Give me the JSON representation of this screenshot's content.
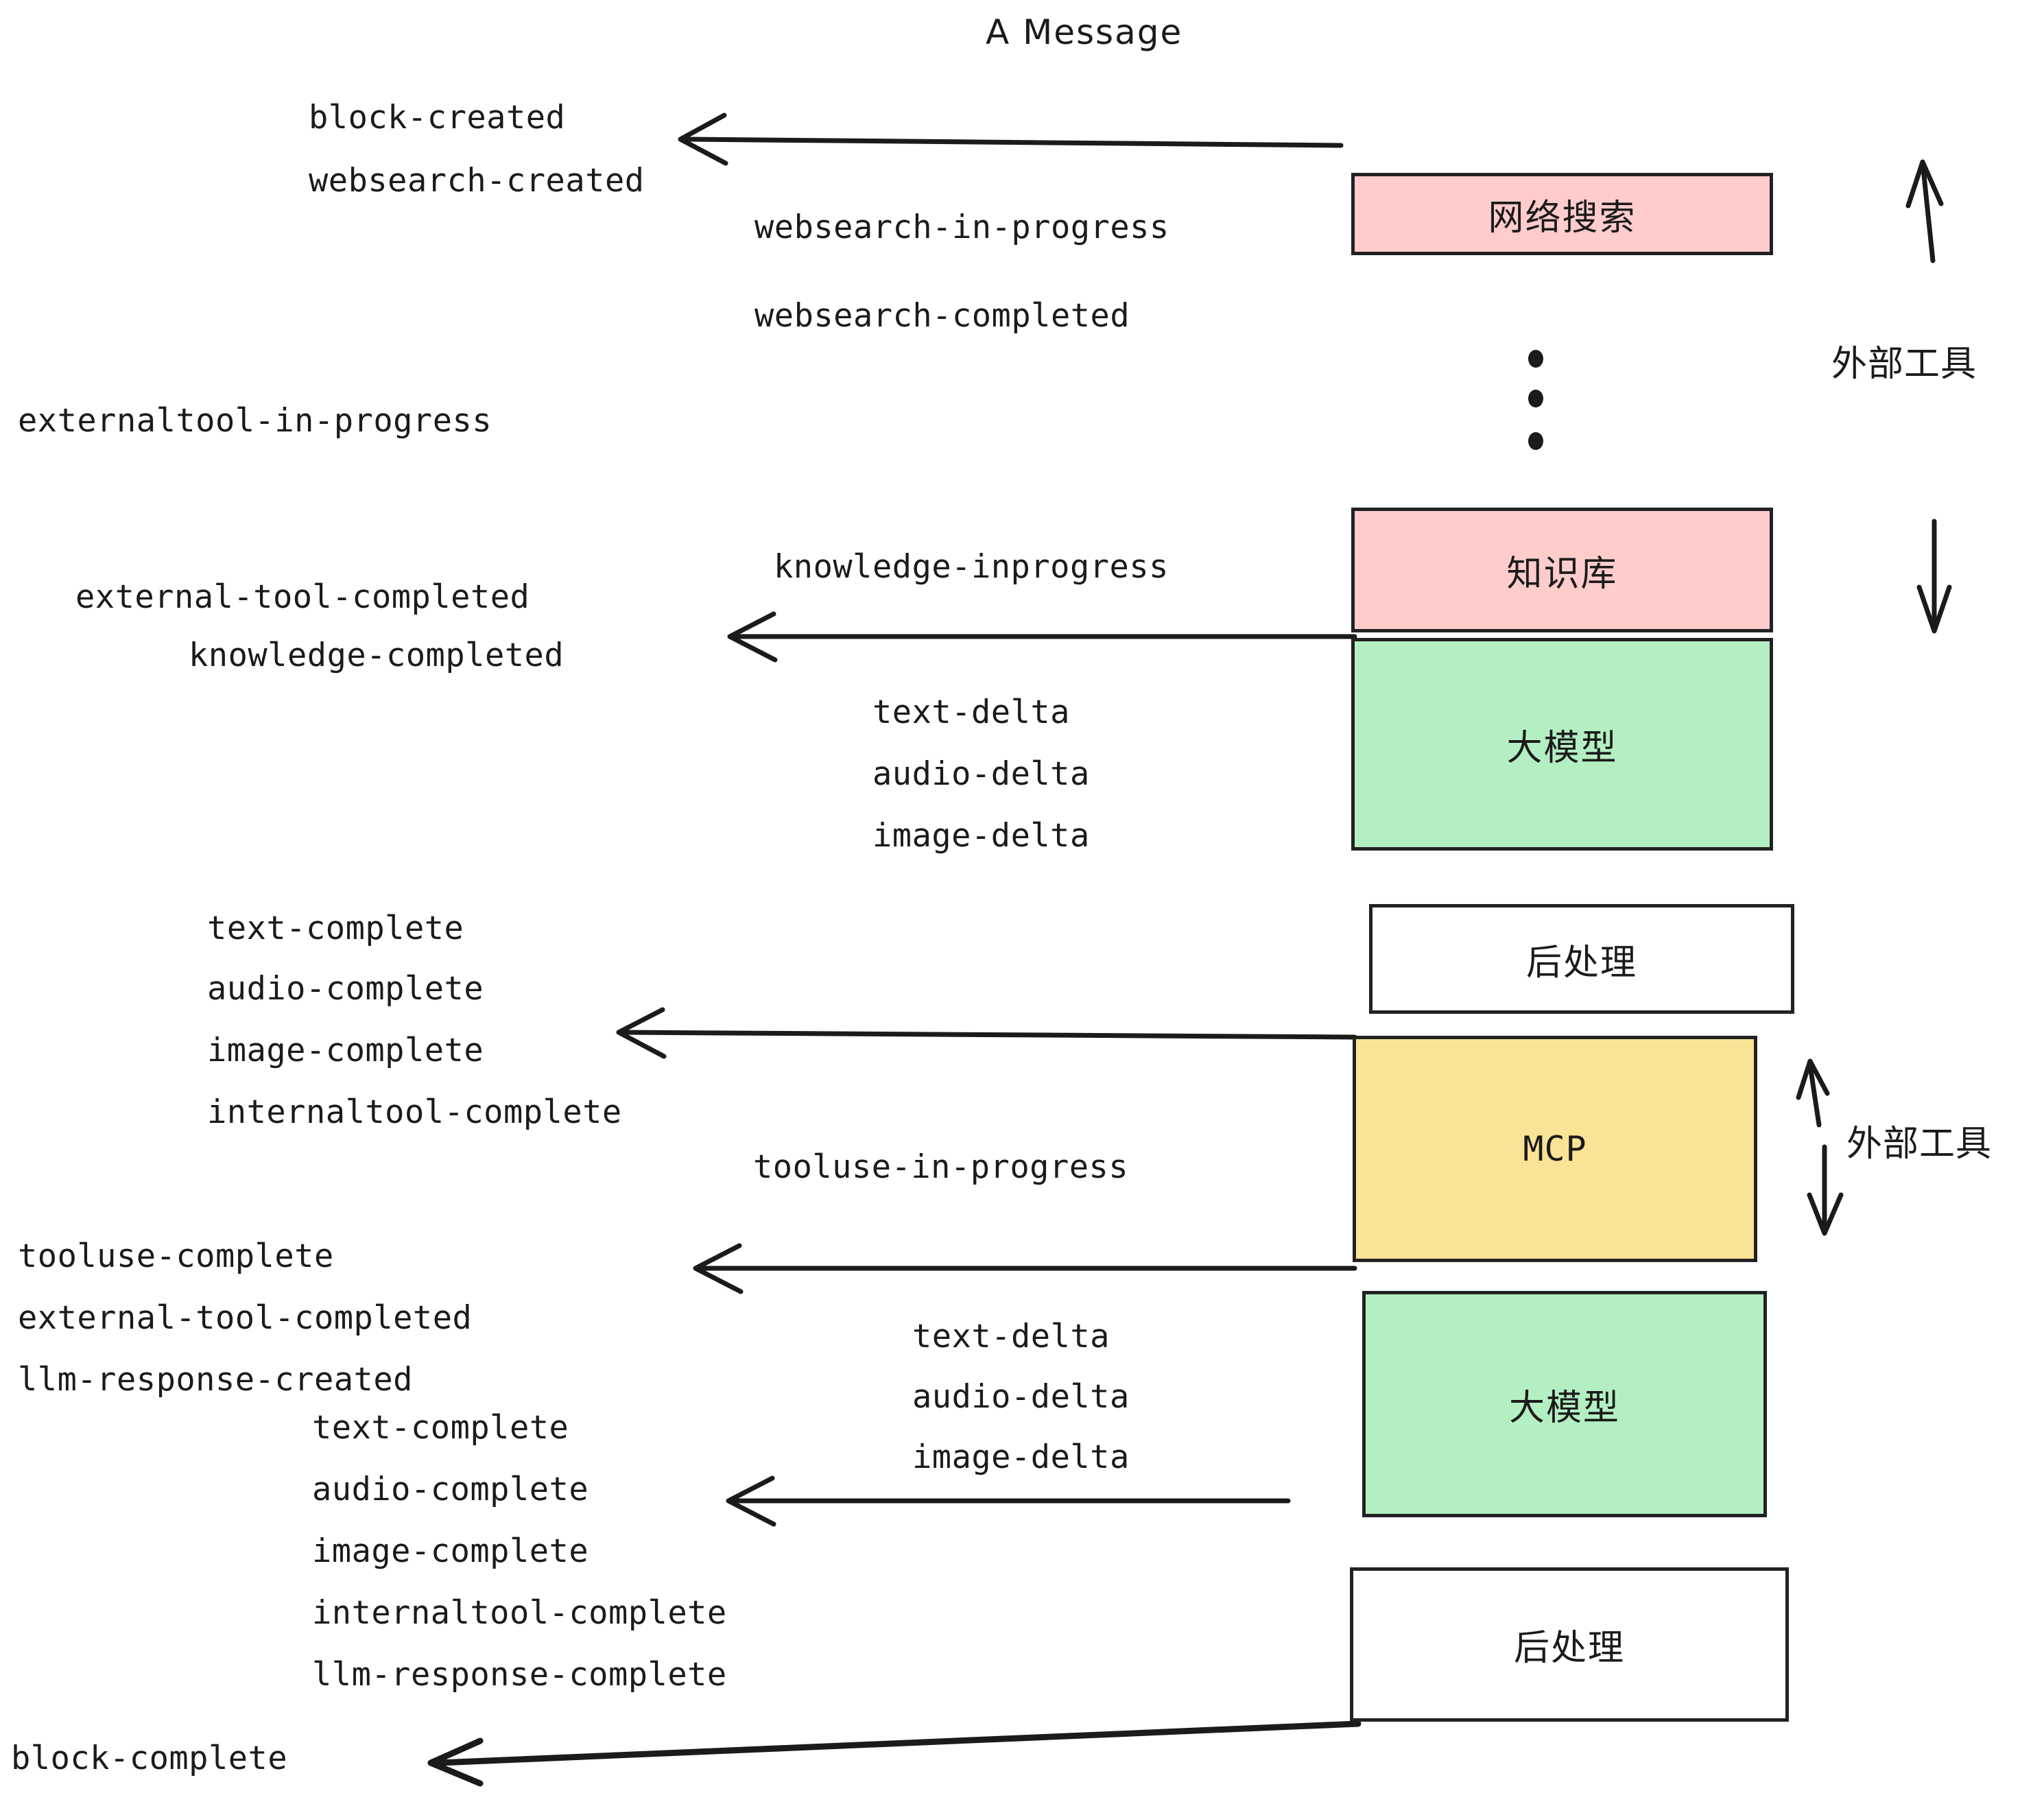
{
  "title": "A Message",
  "boxes": [
    {
      "id": "websearch",
      "label": "网络搜索",
      "color": "#ffcccc",
      "script": "cjk"
    },
    {
      "id": "knowledge",
      "label": "知识库",
      "color": "#ffcccc",
      "script": "cjk"
    },
    {
      "id": "llm-top",
      "label": "大模型",
      "color": "#b3efc2",
      "script": "cjk"
    },
    {
      "id": "post-top",
      "label": "后处理",
      "color": "#ffffff",
      "script": "cjk"
    },
    {
      "id": "mcp",
      "label": "MCP",
      "color": "#fae394",
      "script": "mono"
    },
    {
      "id": "llm-bottom",
      "label": "大模型",
      "color": "#b3efc2",
      "script": "cjk"
    },
    {
      "id": "post-bottom",
      "label": "后处理",
      "color": "#ffffff",
      "script": "cjk"
    }
  ],
  "side_labels": [
    {
      "id": "external-tools-top",
      "label": "外部工具"
    },
    {
      "id": "external-tools-bottom",
      "label": "外部工具"
    }
  ],
  "events": {
    "block_created": "block-created",
    "websearch_created": "websearch-created",
    "websearch_in_progress": "websearch-in-progress",
    "websearch_completed": "websearch-completed",
    "externaltool_in_progress": "externaltool-in-progress",
    "knowledge_inprogress": "knowledge-inprogress",
    "external_tool_completed_1": "external-tool-completed",
    "knowledge_completed": "knowledge-completed",
    "text_delta_1": "text-delta",
    "audio_delta_1": "audio-delta",
    "image_delta_1": "image-delta",
    "text_complete_1": "text-complete",
    "audio_complete_1": "audio-complete",
    "image_complete_1": "image-complete",
    "internaltool_complete_1": "internaltool-complete",
    "tooluse_in_progress": "tooluse-in-progress",
    "tooluse_complete": "tooluse-complete",
    "external_tool_completed_2": "external-tool-completed",
    "llm_response_created": "llm-response-created",
    "text_delta_2": "text-delta",
    "audio_delta_2": "audio-delta",
    "image_delta_2": "image-delta",
    "text_complete_2": "text-complete",
    "audio_complete_2": "audio-complete",
    "image_complete_2": "image-complete",
    "internaltool_complete_2": "internaltool-complete",
    "llm_response_complete": "llm-response-complete",
    "block_complete": "block-complete"
  },
  "colors": {
    "pink": "#ffcccc",
    "green": "#b3efc2",
    "yellow": "#fae394",
    "white": "#ffffff",
    "stroke": "#222222",
    "text": "#1b1b1b"
  }
}
